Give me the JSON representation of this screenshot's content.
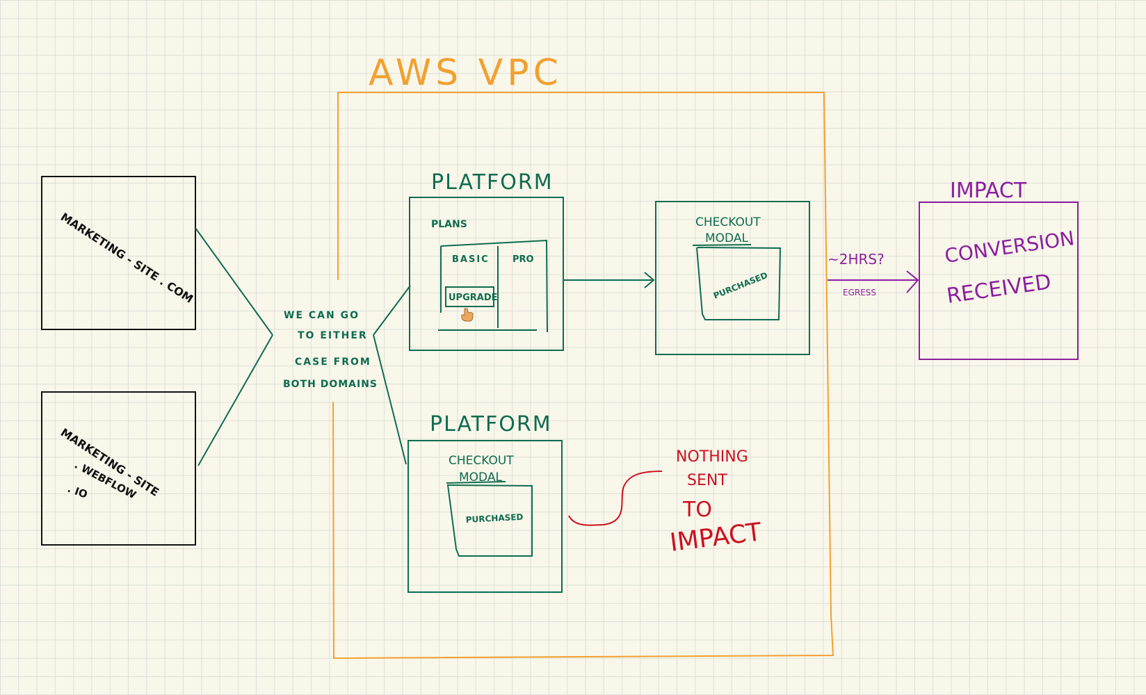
{
  "colors": {
    "black": "#111111",
    "green": "#0e6b50",
    "orange": "#f2a030",
    "purple": "#8b1f9e",
    "red": "#cc1122",
    "cursor": "#e8a860"
  },
  "vpc": {
    "title": "AWS VPC"
  },
  "sources": {
    "com": {
      "line1": "MARKETING - SITE . COM"
    },
    "webflow": {
      "line1": "MARKETING - SITE",
      "line2": ". WEBFLOW",
      "line3": ". IO"
    }
  },
  "note": {
    "line1": "WE  CAN  GO",
    "line2": "TO  EITHER",
    "line3": "CASE  FROM",
    "line4": "BOTH  DOMAINS"
  },
  "platform_top": {
    "title": "PLATFORM",
    "plans_label": "PLANS",
    "basic_label": "BASIC",
    "pro_label": "PRO",
    "upgrade_label": "UPGRADE",
    "cursor_icon": "hand-pointer-icon"
  },
  "checkout_top": {
    "title_line1": "CHECKOUT",
    "title_line2": "MODAL",
    "purchased": "PURCHASED"
  },
  "platform_bottom": {
    "title": "PLATFORM",
    "checkout_line1": "CHECKOUT",
    "checkout_line2": "MODAL",
    "purchased": "PURCHASED"
  },
  "egress": {
    "time": "~2HRS?",
    "label": "EGRESS"
  },
  "impact": {
    "title": "IMPACT",
    "line1": "CONVERSION",
    "line2": "RECEIVED"
  },
  "nothing_sent": {
    "line1": "NOTHING",
    "line2": "SENT",
    "line3": "TO",
    "line4": "IMPACT"
  }
}
